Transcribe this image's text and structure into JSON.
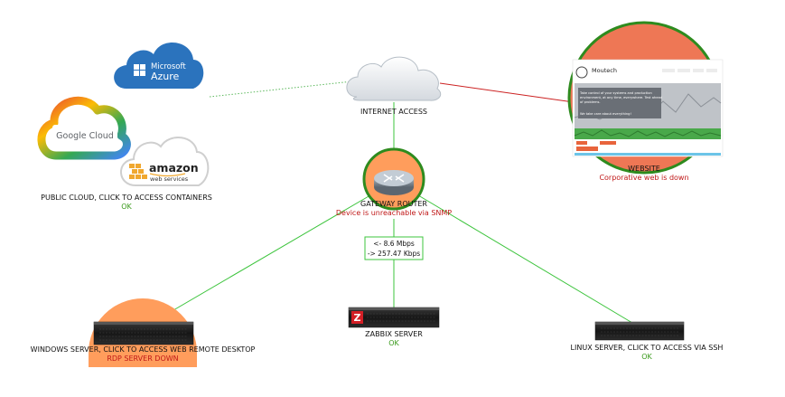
{
  "colors": {
    "link_ok": "#3cc43c",
    "link_down": "#cc2222",
    "link_cloud": "#5cb85c",
    "status_ok": "#3a9a1c",
    "status_bad": "#c01818",
    "halo_orange": "#ff9d5c",
    "halo_red": "#ee7755",
    "halo_ring": "#2e8b1e"
  },
  "nodes": {
    "internet": {
      "title": "INTERNET ACCESS",
      "status": "",
      "icon": "cloud-icon"
    },
    "public_cloud": {
      "title": "PUBLIC CLOUD, CLICK TO ACCESS CONTAINERS",
      "status": "OK",
      "logos": {
        "azure": "Microsoft Azure",
        "google": "Google Cloud",
        "amazon": "amazon",
        "amazon_sub": "web services"
      }
    },
    "website": {
      "title": "WEBSITE",
      "status": "Corporative web is down",
      "thumb": {
        "brand": "Moutech",
        "hero": "Take control of your systems and production environment, at any time, everywhere. Test ahead of problems.",
        "cta": "We take care about everything!"
      }
    },
    "gateway": {
      "title": "GATEWAY ROUTER",
      "status": "Device is unreachable via SNMP",
      "icon": "router-icon"
    },
    "windows": {
      "title": "WINDOWS SERVER, CLICK TO ACCESS WEB REMOTE DESKTOP",
      "status": "RDP SERVER DOWN",
      "icon": "server-icon"
    },
    "zabbix": {
      "title": "ZABBIX SERVER",
      "status": "OK",
      "icon": "server-icon",
      "badge": "Z"
    },
    "linux": {
      "title": "LINUX SERVER, CLICK TO ACCESS VIA SSH",
      "status": "OK",
      "icon": "server-icon"
    }
  },
  "traffic": {
    "in": "<- 8.6 Mbps",
    "out": "-> 257.47 Kbps"
  }
}
